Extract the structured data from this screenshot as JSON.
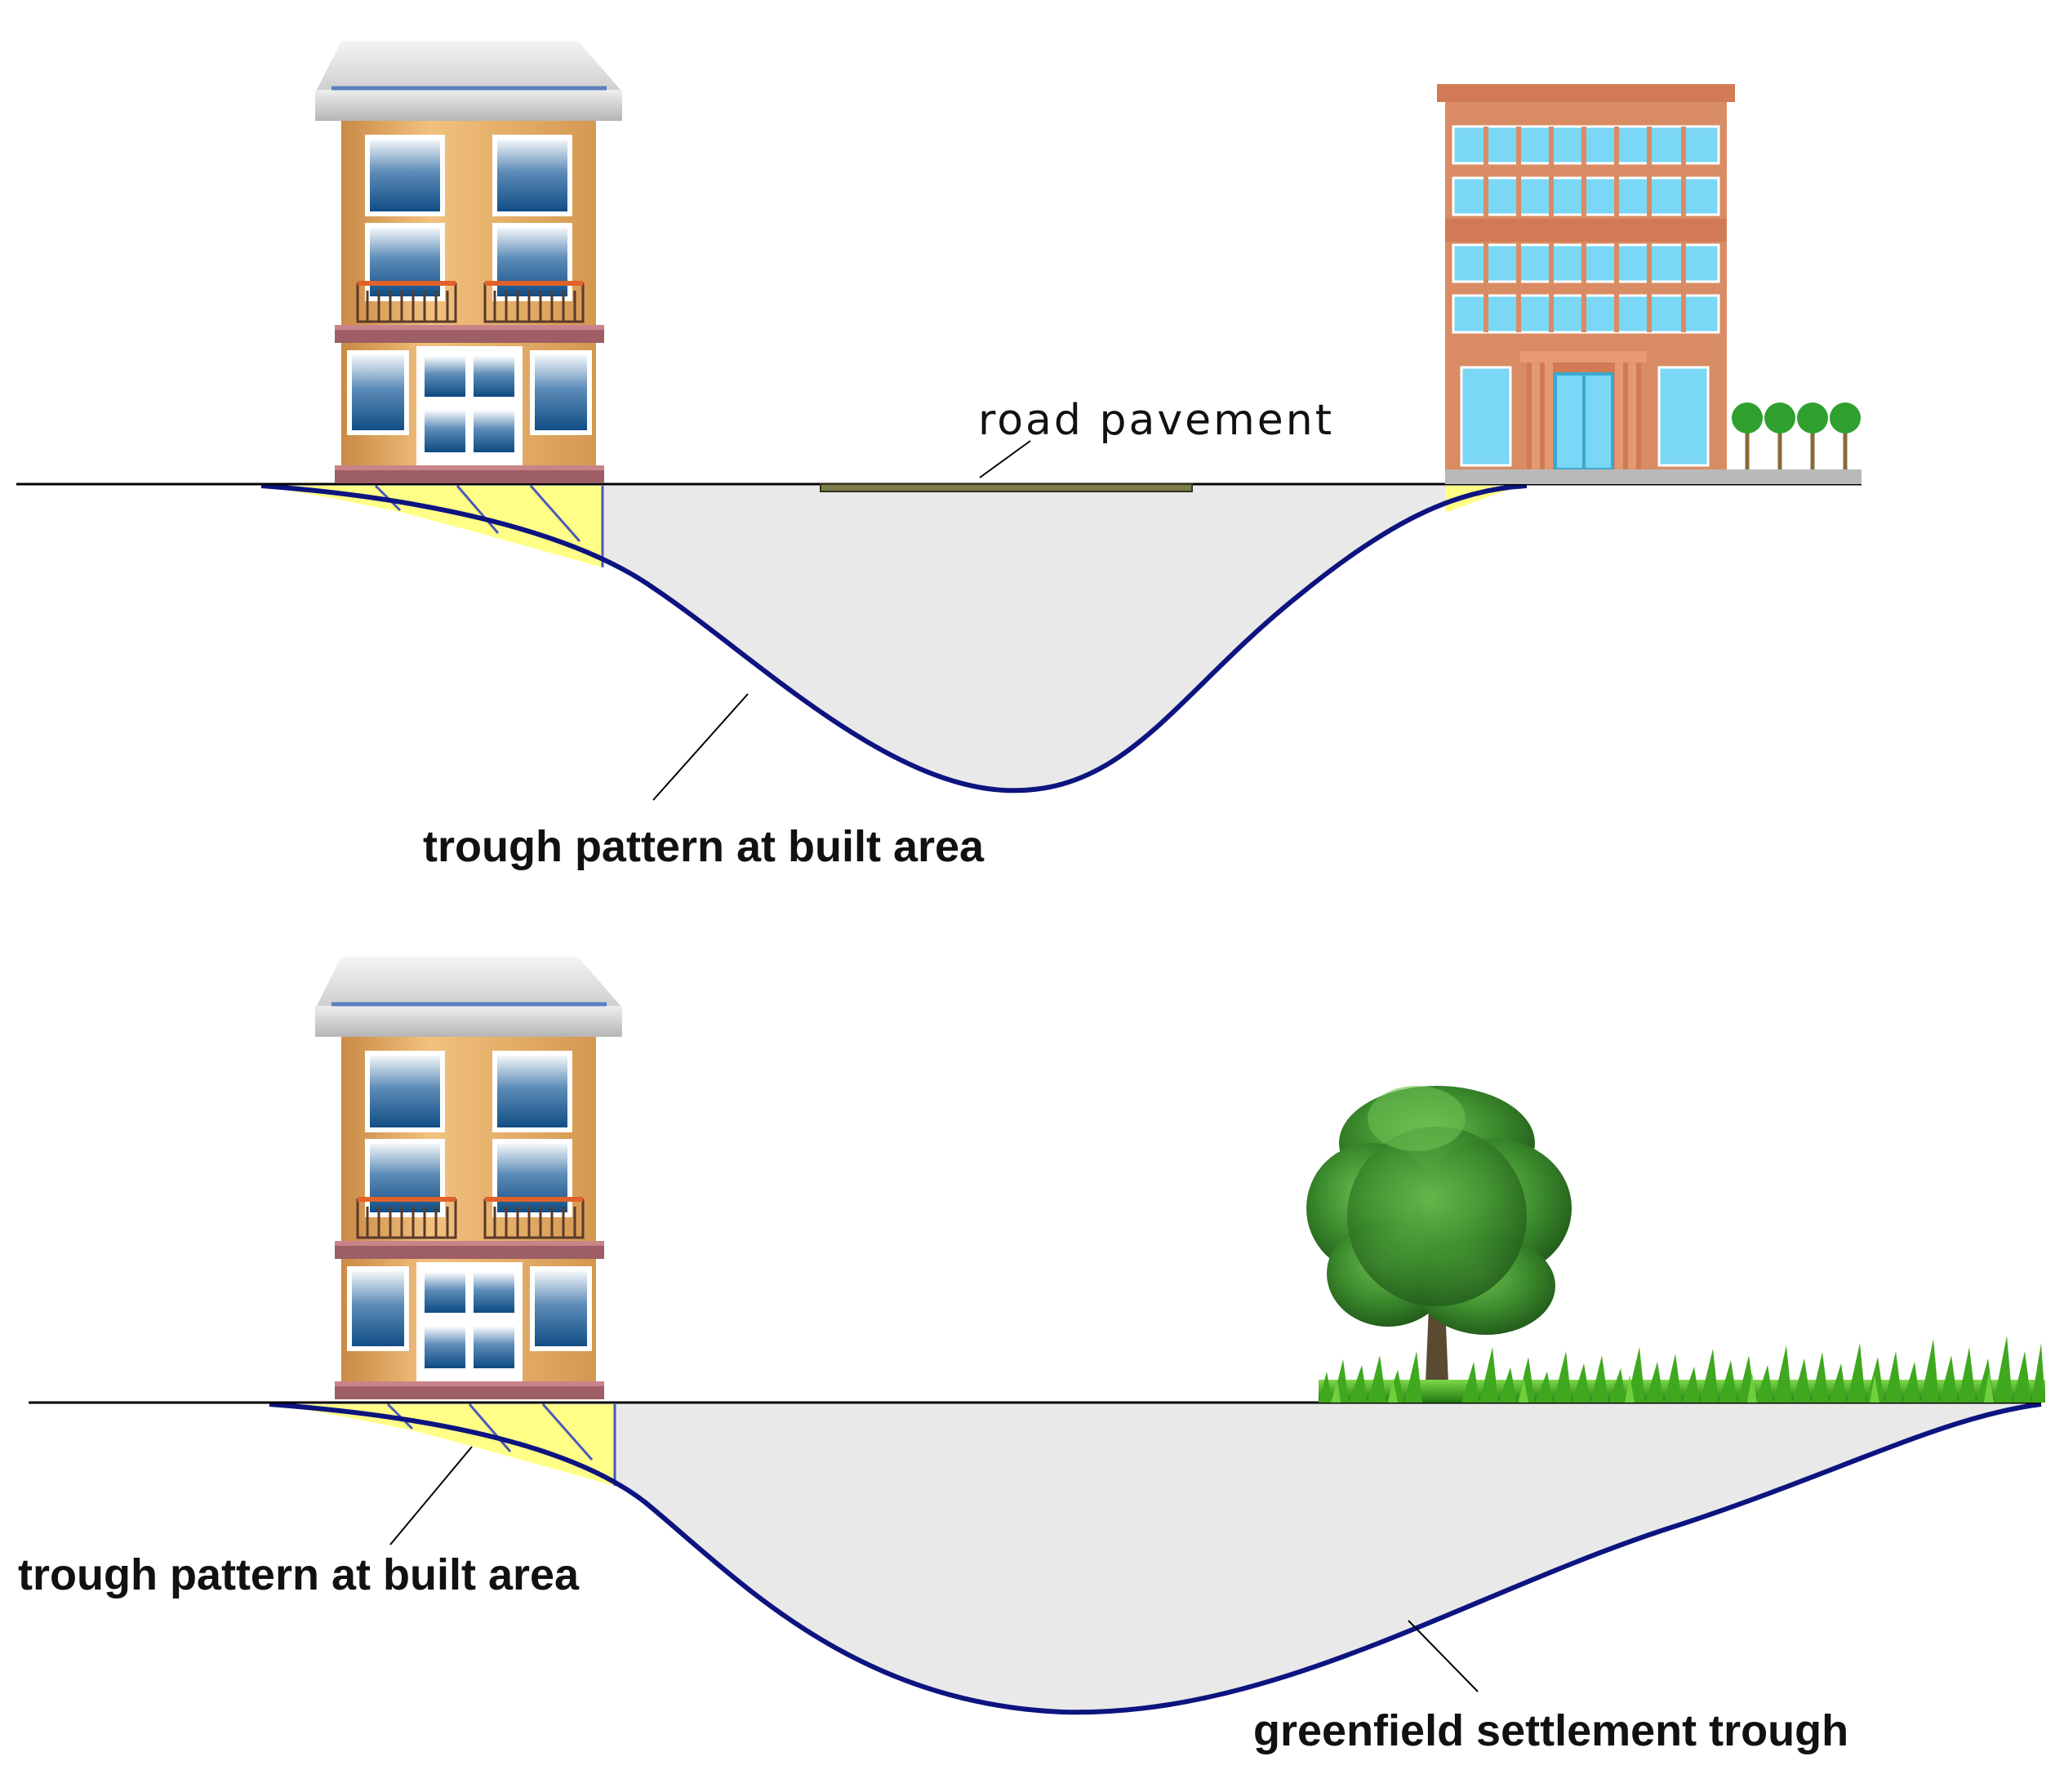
{
  "labels": {
    "road_pavement": "road pavement",
    "trough_built_top": "trough pattern at built area",
    "trough_built_bottom": "trough pattern at built area",
    "greenfield_trough": "greenfield settlement trough"
  },
  "colors": {
    "trough_fill": "#e9e9e9",
    "trough_line": "#0d1480",
    "ground_line": "#000000",
    "foundation_zone": "#ffff88",
    "house_wall": "#e2a860",
    "house_trim": "#a46868",
    "window_glass": "#1a5a92",
    "office_wall": "#d88a62",
    "office_glass": "#7ad7f5",
    "tree_foliage": "#3d8a2f",
    "grass": "#3fa81f",
    "pavement": "#7d7d4a"
  }
}
